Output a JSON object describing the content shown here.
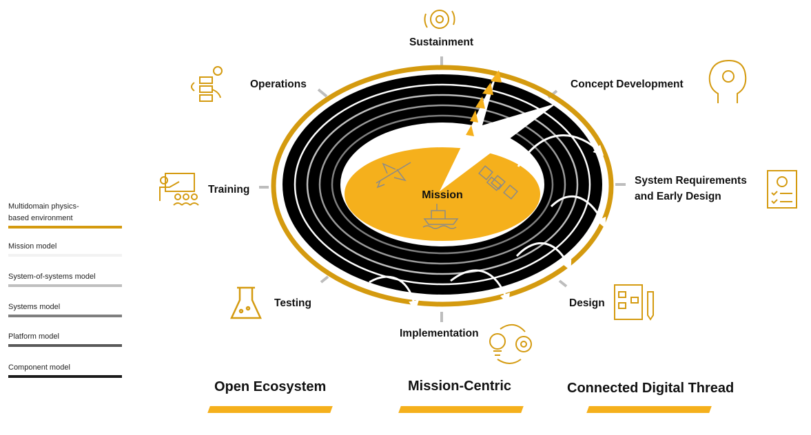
{
  "colors": {
    "accent": "#F5B01C",
    "outer_ring": "#D49A0F",
    "ring_dark": "#000000",
    "ring_grey": "#7F7F7F",
    "ring_light": "#BFBFBF",
    "white": "#FFFFFF"
  },
  "center": {
    "label": "Mission",
    "icons": [
      "fighter-jet-icon",
      "satellite-icon",
      "warship-icon"
    ]
  },
  "phases": {
    "sustainment": "Sustainment",
    "operations": "Operations",
    "concept_development": "Concept Development",
    "training": "Training",
    "system_requirements_line1": "System Requirements",
    "system_requirements_line2": "and Early Design",
    "testing": "Testing",
    "design": "Design",
    "implementation": "Implementation"
  },
  "legend": [
    {
      "label_line1": "Multidomain physics-",
      "label_line2": "based environment",
      "color": "#D49A0F"
    },
    {
      "label_line1": "Mission model",
      "label_line2": "",
      "color": "#F2F2F2"
    },
    {
      "label_line1": "System-of-systems model",
      "label_line2": "",
      "color": "#BFBFBF"
    },
    {
      "label_line1": "Systems model",
      "label_line2": "",
      "color": "#7F7F7F"
    },
    {
      "label_line1": "Platform model",
      "label_line2": "",
      "color": "#595959"
    },
    {
      "label_line1": "Component model",
      "label_line2": "",
      "color": "#1A1A1A"
    }
  ],
  "pillars": {
    "open_ecosystem": "Open Ecosystem",
    "mission_centric": "Mission-Centric",
    "connected_digital_thread": "Connected Digital Thread"
  }
}
